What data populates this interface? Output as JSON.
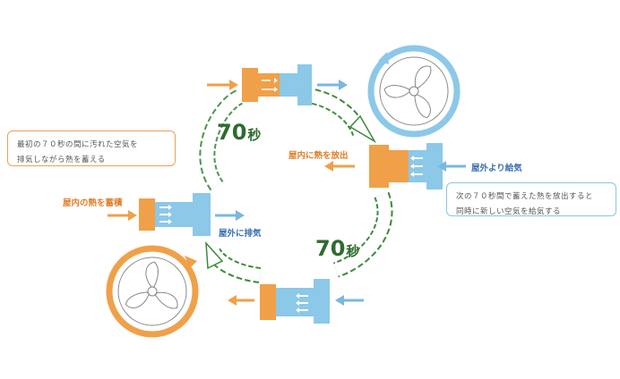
{
  "phase_top": {
    "seconds": "70",
    "seconds_unit": "秒",
    "description_lines": [
      "最初の７０秒の間に汚れた空気を",
      "排気しながら熱を蓄える"
    ]
  },
  "phase_bottom": {
    "seconds": "70",
    "seconds_unit": "秒",
    "description_lines": [
      "次の７０秒間で蓄えた熱を放出すると",
      "同時に新しい空気を給気する"
    ]
  },
  "labels": {
    "store_heat": "屋内の熱を蓄積",
    "exhaust_out": "屋外に排気",
    "release_heat": "屋内に熱を放出",
    "supply_in": "屋外より給気"
  },
  "colors": {
    "orange": "#f0a048",
    "blue": "#8cc8e8",
    "arrow_orange": "#f0a048",
    "arrow_blue": "#7ab8e0",
    "cycle_green": "#3c8a3c",
    "label_orange": "#e07f2a",
    "label_blue": "#3a6fb0"
  },
  "icons": {
    "fan_top": "fan-icon",
    "fan_bottom": "fan-icon",
    "rotation_top": "rotation-arrow-icon",
    "rotation_bottom": "rotation-arrow-icon"
  }
}
